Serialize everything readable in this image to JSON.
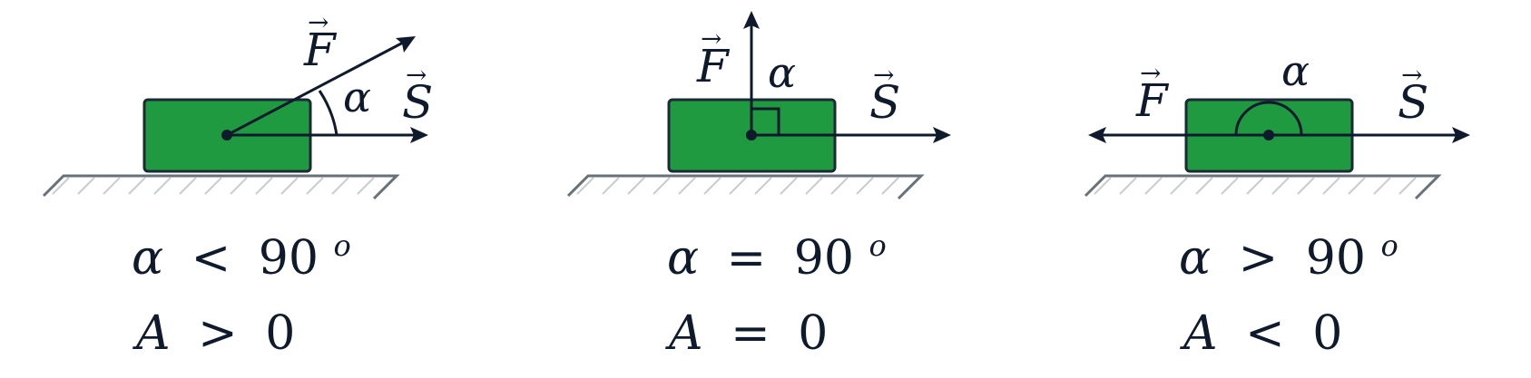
{
  "colors": {
    "box_fill": "#1f9a40",
    "ink": "#0f1b2d",
    "ground": "#66717a",
    "hatch": "#c9cdd0"
  },
  "panels": [
    {
      "id": "acute",
      "force_label": "F",
      "displacement_label": "S",
      "angle_label": "α",
      "angle_symbol": "α",
      "angle_relation": "<",
      "angle_value": "90",
      "angle_unit": "o",
      "work_symbol": "A",
      "work_relation": ">",
      "work_value": "0"
    },
    {
      "id": "right",
      "force_label": "F",
      "displacement_label": "S",
      "angle_label": "α",
      "angle_symbol": "α",
      "angle_relation": "=",
      "angle_value": "90",
      "angle_unit": "o",
      "work_symbol": "A",
      "work_relation": "=",
      "work_value": "0"
    },
    {
      "id": "obtuse",
      "force_label": "F",
      "displacement_label": "S",
      "angle_label": "α",
      "angle_symbol": "α",
      "angle_relation": ">",
      "angle_value": "90",
      "angle_unit": "o",
      "work_symbol": "A",
      "work_relation": "<",
      "work_value": "0"
    }
  ]
}
